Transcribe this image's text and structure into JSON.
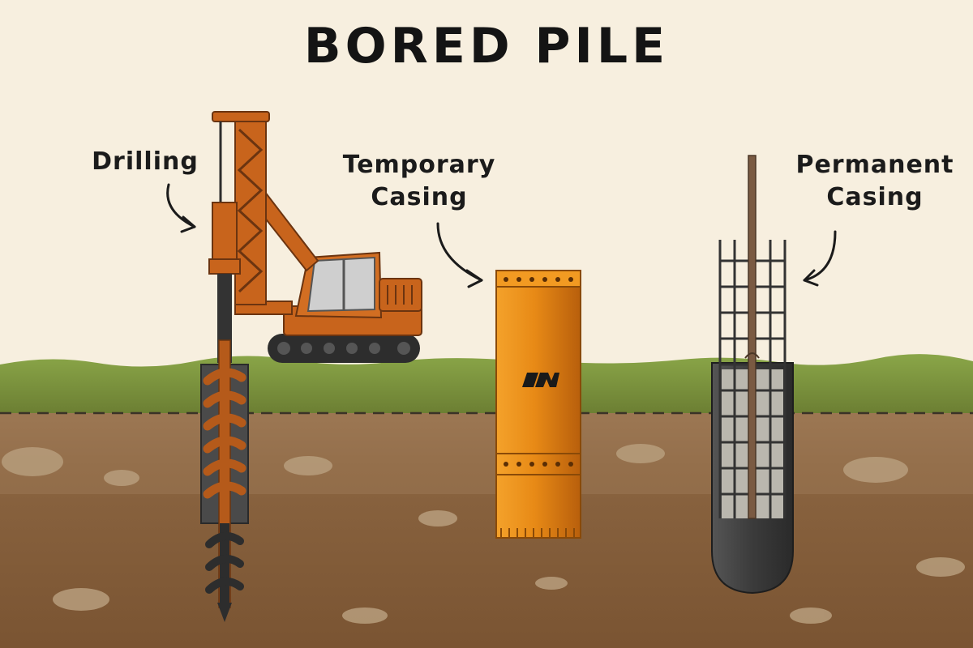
{
  "title": "BORED PILE",
  "labels": {
    "drilling": "Drilling",
    "temporary_casing": [
      "Temporary",
      "Casing"
    ],
    "permanent_casing": [
      "Permanent",
      "Casing"
    ]
  },
  "colors": {
    "background": "#f7efdf",
    "rig_orange": "#c8641c",
    "casing_orange": "#e88a16",
    "soil": "#8a6440",
    "grass": "#7f9a3a",
    "steel": "#444444",
    "concrete": "#b9b6ae"
  },
  "icons": [
    "curved-arrow-icon",
    "casing-logo-icon"
  ]
}
